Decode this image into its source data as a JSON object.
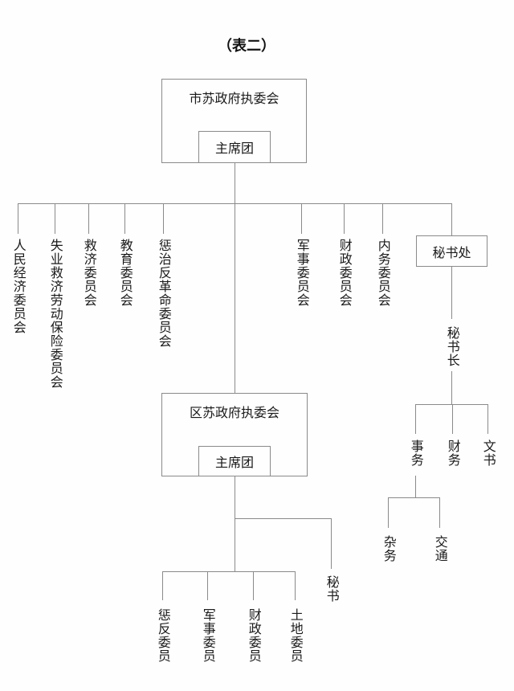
{
  "title": "（表二）",
  "colors": {
    "background": "#fefefe",
    "line": "#8a8a8a",
    "text": "#1a1a1a"
  },
  "city_committee": {
    "box_label": "市苏政府执委会",
    "presidium_label": "主席团",
    "branches_left": [
      "人民经济委员会",
      "失业救济劳动保险委员会",
      "救济委员会",
      "教育委员会",
      "惩治反革命委员会"
    ],
    "branches_right": [
      "军事委员会",
      "财政委员会",
      "内务委员会"
    ]
  },
  "secretariat": {
    "box_label": "秘书处",
    "secretary_general_label": "秘书长",
    "sections": [
      "事务",
      "财务",
      "文书"
    ],
    "affairs_children": [
      "杂务",
      "交通"
    ]
  },
  "district_committee": {
    "box_label": "区苏政府执委会",
    "presidium_label": "主席团",
    "secretary_label": "秘书",
    "branches": [
      "惩反委员",
      "军事委员",
      "财政委员",
      "土地委员"
    ]
  }
}
